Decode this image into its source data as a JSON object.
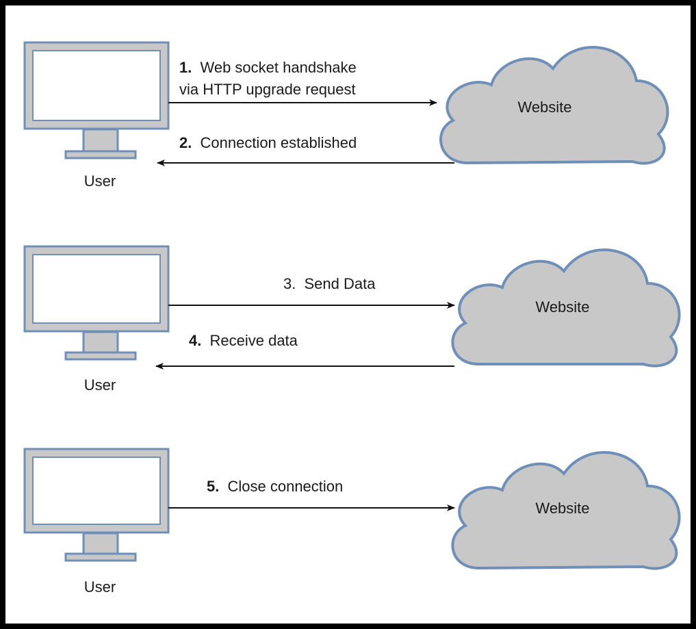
{
  "rows": [
    {
      "user_label": "User",
      "website_label": "Website",
      "messages": [
        {
          "number": "1.",
          "lines": [
            "Web socket handshake",
            "via HTTP upgrade request"
          ],
          "direction": "to-website"
        },
        {
          "number": "2.",
          "lines": [
            "Connection established"
          ],
          "direction": "to-user"
        }
      ]
    },
    {
      "user_label": "User",
      "website_label": "Website",
      "messages": [
        {
          "number": "3.",
          "lines": [
            "Send Data"
          ],
          "direction": "to-website"
        },
        {
          "number": "4.",
          "lines": [
            "Receive data"
          ],
          "direction": "to-user"
        }
      ]
    },
    {
      "user_label": "User",
      "website_label": "Website",
      "messages": [
        {
          "number": "5.",
          "lines": [
            "Close connection"
          ],
          "direction": "to-website"
        }
      ]
    }
  ],
  "colors": {
    "border": "#000000",
    "shape_fill": "#c8c8c8",
    "shape_stroke": "#6f8fb8",
    "arrow": "#111111"
  }
}
